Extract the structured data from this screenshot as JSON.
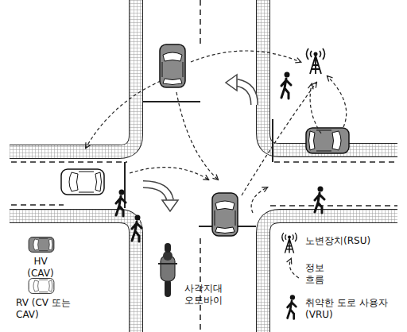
{
  "diagram": {
    "labels": [
      "사각지대 오토바이"
    ],
    "legend": [
      {
        "text": "HV (CAV)"
      },
      {
        "text": "RV (CV 또는 CAV)"
      },
      {
        "text": "노변장치(RSU)"
      },
      {
        "text": "정보 흐름"
      },
      {
        "text": "취약한 도로 사용자 (VRU)"
      }
    ]
  }
}
